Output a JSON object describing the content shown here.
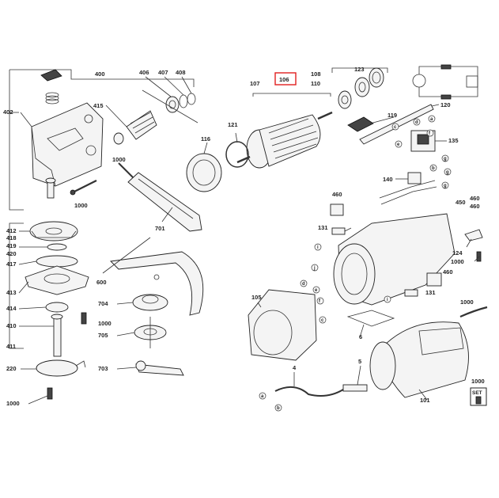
{
  "highlight_label": "106",
  "labels": {
    "l400": "400",
    "l402": "402",
    "l406": "406",
    "l407": "407",
    "l408": "408",
    "l415": "415",
    "l1000a": "1000",
    "l1000b": "1000",
    "l1000c": "1000",
    "l1000d": "1000",
    "l1000e": "1000",
    "l1000f": "1000",
    "l116": "116",
    "l701": "701",
    "l412": "412",
    "l418": "418",
    "l419": "419",
    "l420": "420",
    "l417": "417",
    "l413": "413",
    "l414": "414",
    "l410": "410",
    "l411": "411",
    "l220": "220",
    "l600": "600",
    "l704": "704",
    "l705": "705",
    "l703": "703",
    "l107": "107",
    "l121": "121",
    "l108": "108",
    "l110": "110",
    "l123": "123",
    "l119": "119",
    "l120": "120",
    "l135": "135",
    "l140": "140",
    "l460a": "460",
    "l460b": "460",
    "l450": "450",
    "l460c": "460",
    "l460d": "460",
    "l131a": "131",
    "l131b": "131",
    "l124": "124",
    "l105": "105",
    "l6": "6",
    "l4": "4",
    "l5": "5",
    "l101": "101",
    "set": "SET",
    "la1": "a",
    "la2": "a",
    "lb1": "b",
    "lb2": "b",
    "lc1": "c",
    "ld1": "d",
    "le1": "e",
    "le2": "e",
    "lf1": "f",
    "lf2": "f",
    "lg1": "g",
    "lg2": "g",
    "lg3": "g",
    "li1": "i",
    "li2": "i",
    "lj": "j"
  }
}
